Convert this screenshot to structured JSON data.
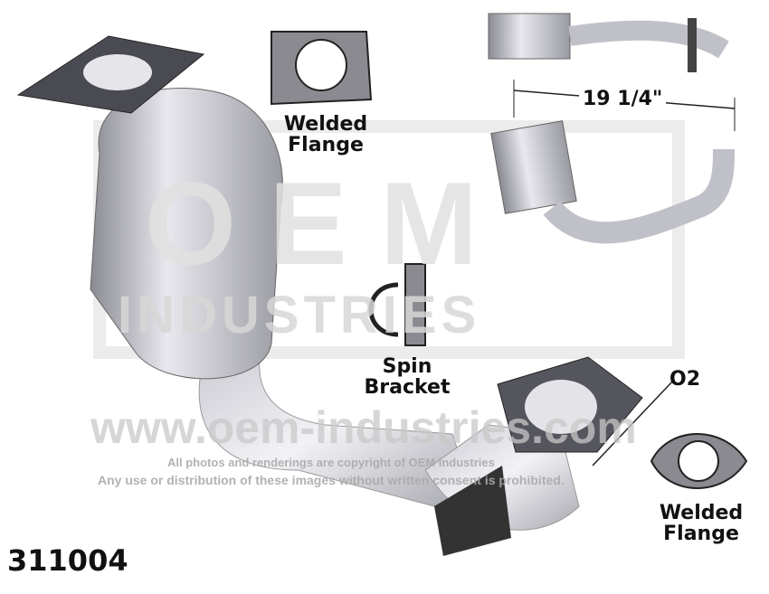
{
  "part_number": "311004",
  "labels": {
    "welded_flange_top": [
      "Welded",
      "Flange"
    ],
    "spin_bracket": [
      "Spin",
      "Bracket"
    ],
    "o2": "O2",
    "welded_flange_bottom": [
      "Welded",
      "Flange"
    ],
    "dimension": "19 1/4\""
  },
  "watermark": {
    "logo_top": "OEM",
    "logo_bottom": "INDUSTRIES",
    "url": "www.oem-industries.com",
    "copyright_line1": "All photos and renderings are copyright of OEM Industries",
    "copyright_line2": "Any use or distribution of these images without written consent is prohibited."
  }
}
